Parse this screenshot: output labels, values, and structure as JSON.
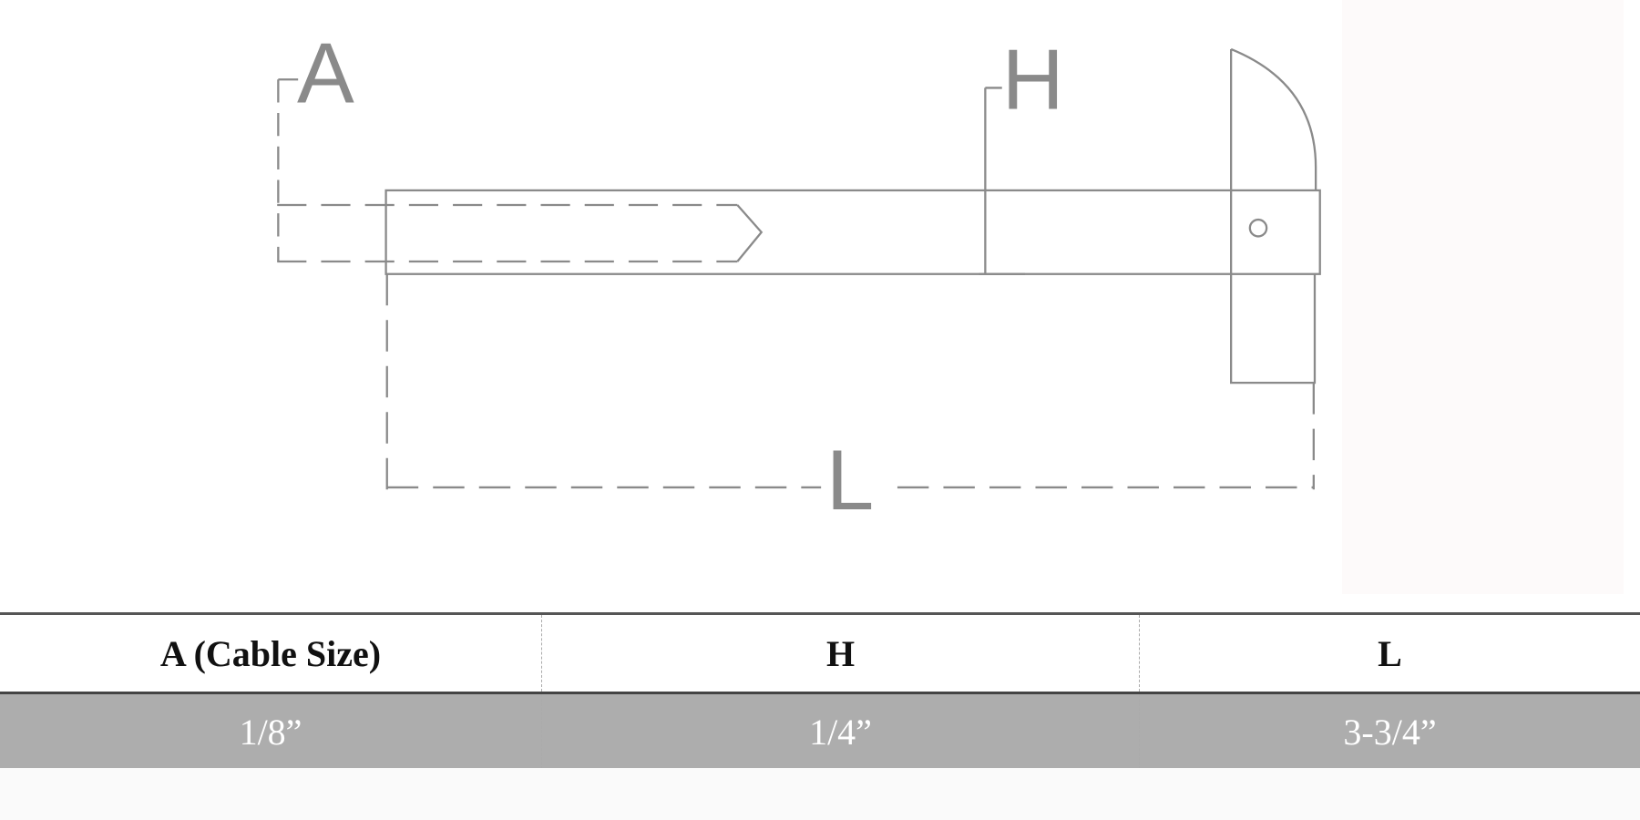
{
  "diagram": {
    "labels": {
      "a": "A",
      "h": "H",
      "l": "L"
    },
    "line_color": "#8a8a8a"
  },
  "table": {
    "headers": [
      "A (Cable Size)",
      "H",
      "L"
    ],
    "rows": [
      [
        "1/8”",
        "1/4”",
        "3-3/4”"
      ]
    ],
    "row_bg": "#adadad"
  }
}
